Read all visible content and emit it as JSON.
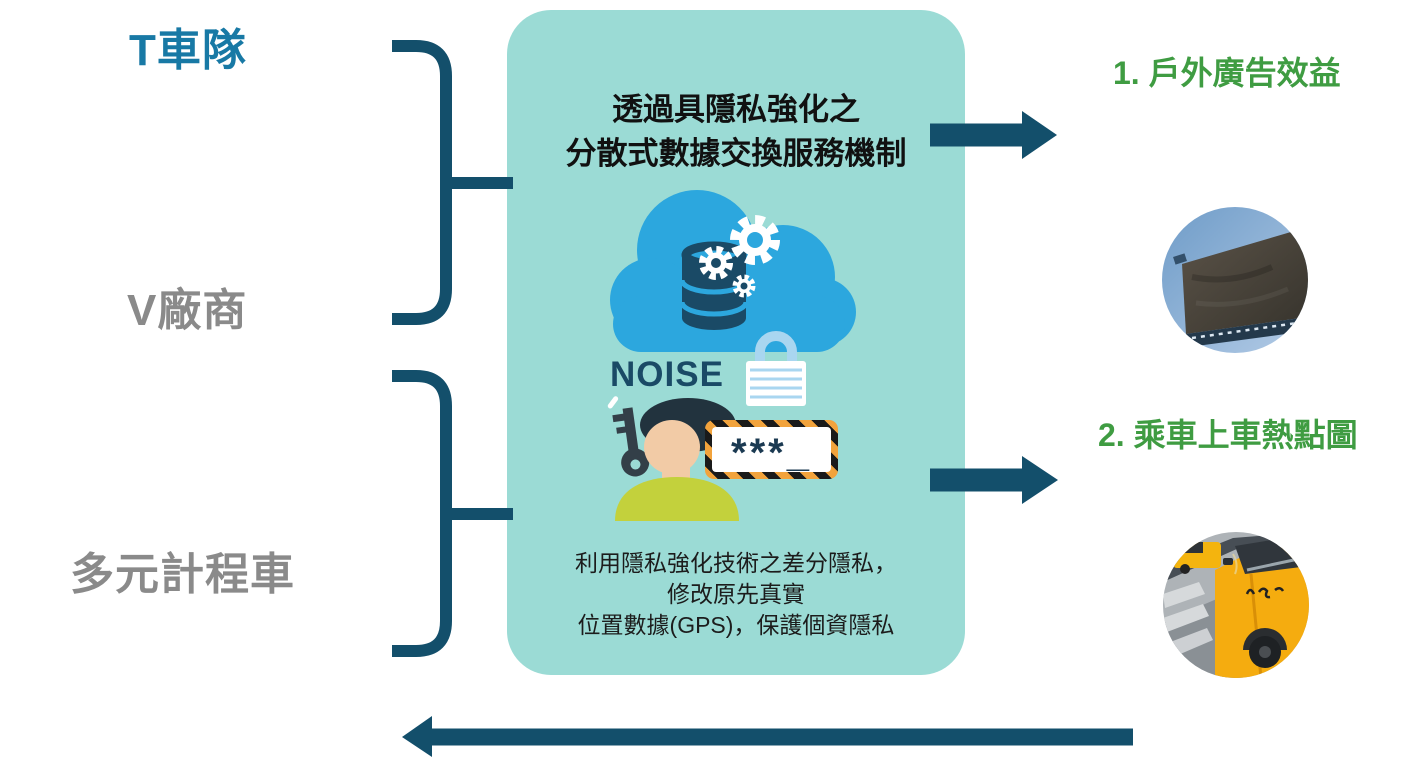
{
  "palette": {
    "dark_teal": "#134F6B",
    "teal_label": "#1879A5",
    "gray_label": "#8A8A8A",
    "green_label": "#3F9C42",
    "box_bg": "#9BDBD5",
    "cloud_blue": "#2CA7DE",
    "navy": "#1A4A66",
    "title_text": "#111111",
    "desc_text": "#1C1C1C",
    "lock_blue": "#A9D6F0",
    "shirt_green": "#C3D13C",
    "skin": "#F2CBA6",
    "hair": "#22333E",
    "key_dark": "#333F48",
    "stripe_orange": "#F2A33C",
    "stripe_dark": "#1A1A1A",
    "password_navy": "#1B3A52"
  },
  "left_labels": {
    "t_fleet": "T車隊",
    "v_vendor": "V廠商",
    "multi_taxi": "多元計程車"
  },
  "center_box": {
    "title_line1": "透過具隱私強化之",
    "title_line2": "分散式數據交換服務機制",
    "noise_label": "NOISE",
    "password_text": "***_",
    "desc_line1": "利用隱私強化技術之差分隱私，",
    "desc_line2": "修改原先真實",
    "desc_line3": "位置數據(GPS)，保護個資隱私"
  },
  "outputs": {
    "item1_label": "1. 戶外廣告效益",
    "item2_label": "2. 乘車上車熱點圖"
  }
}
